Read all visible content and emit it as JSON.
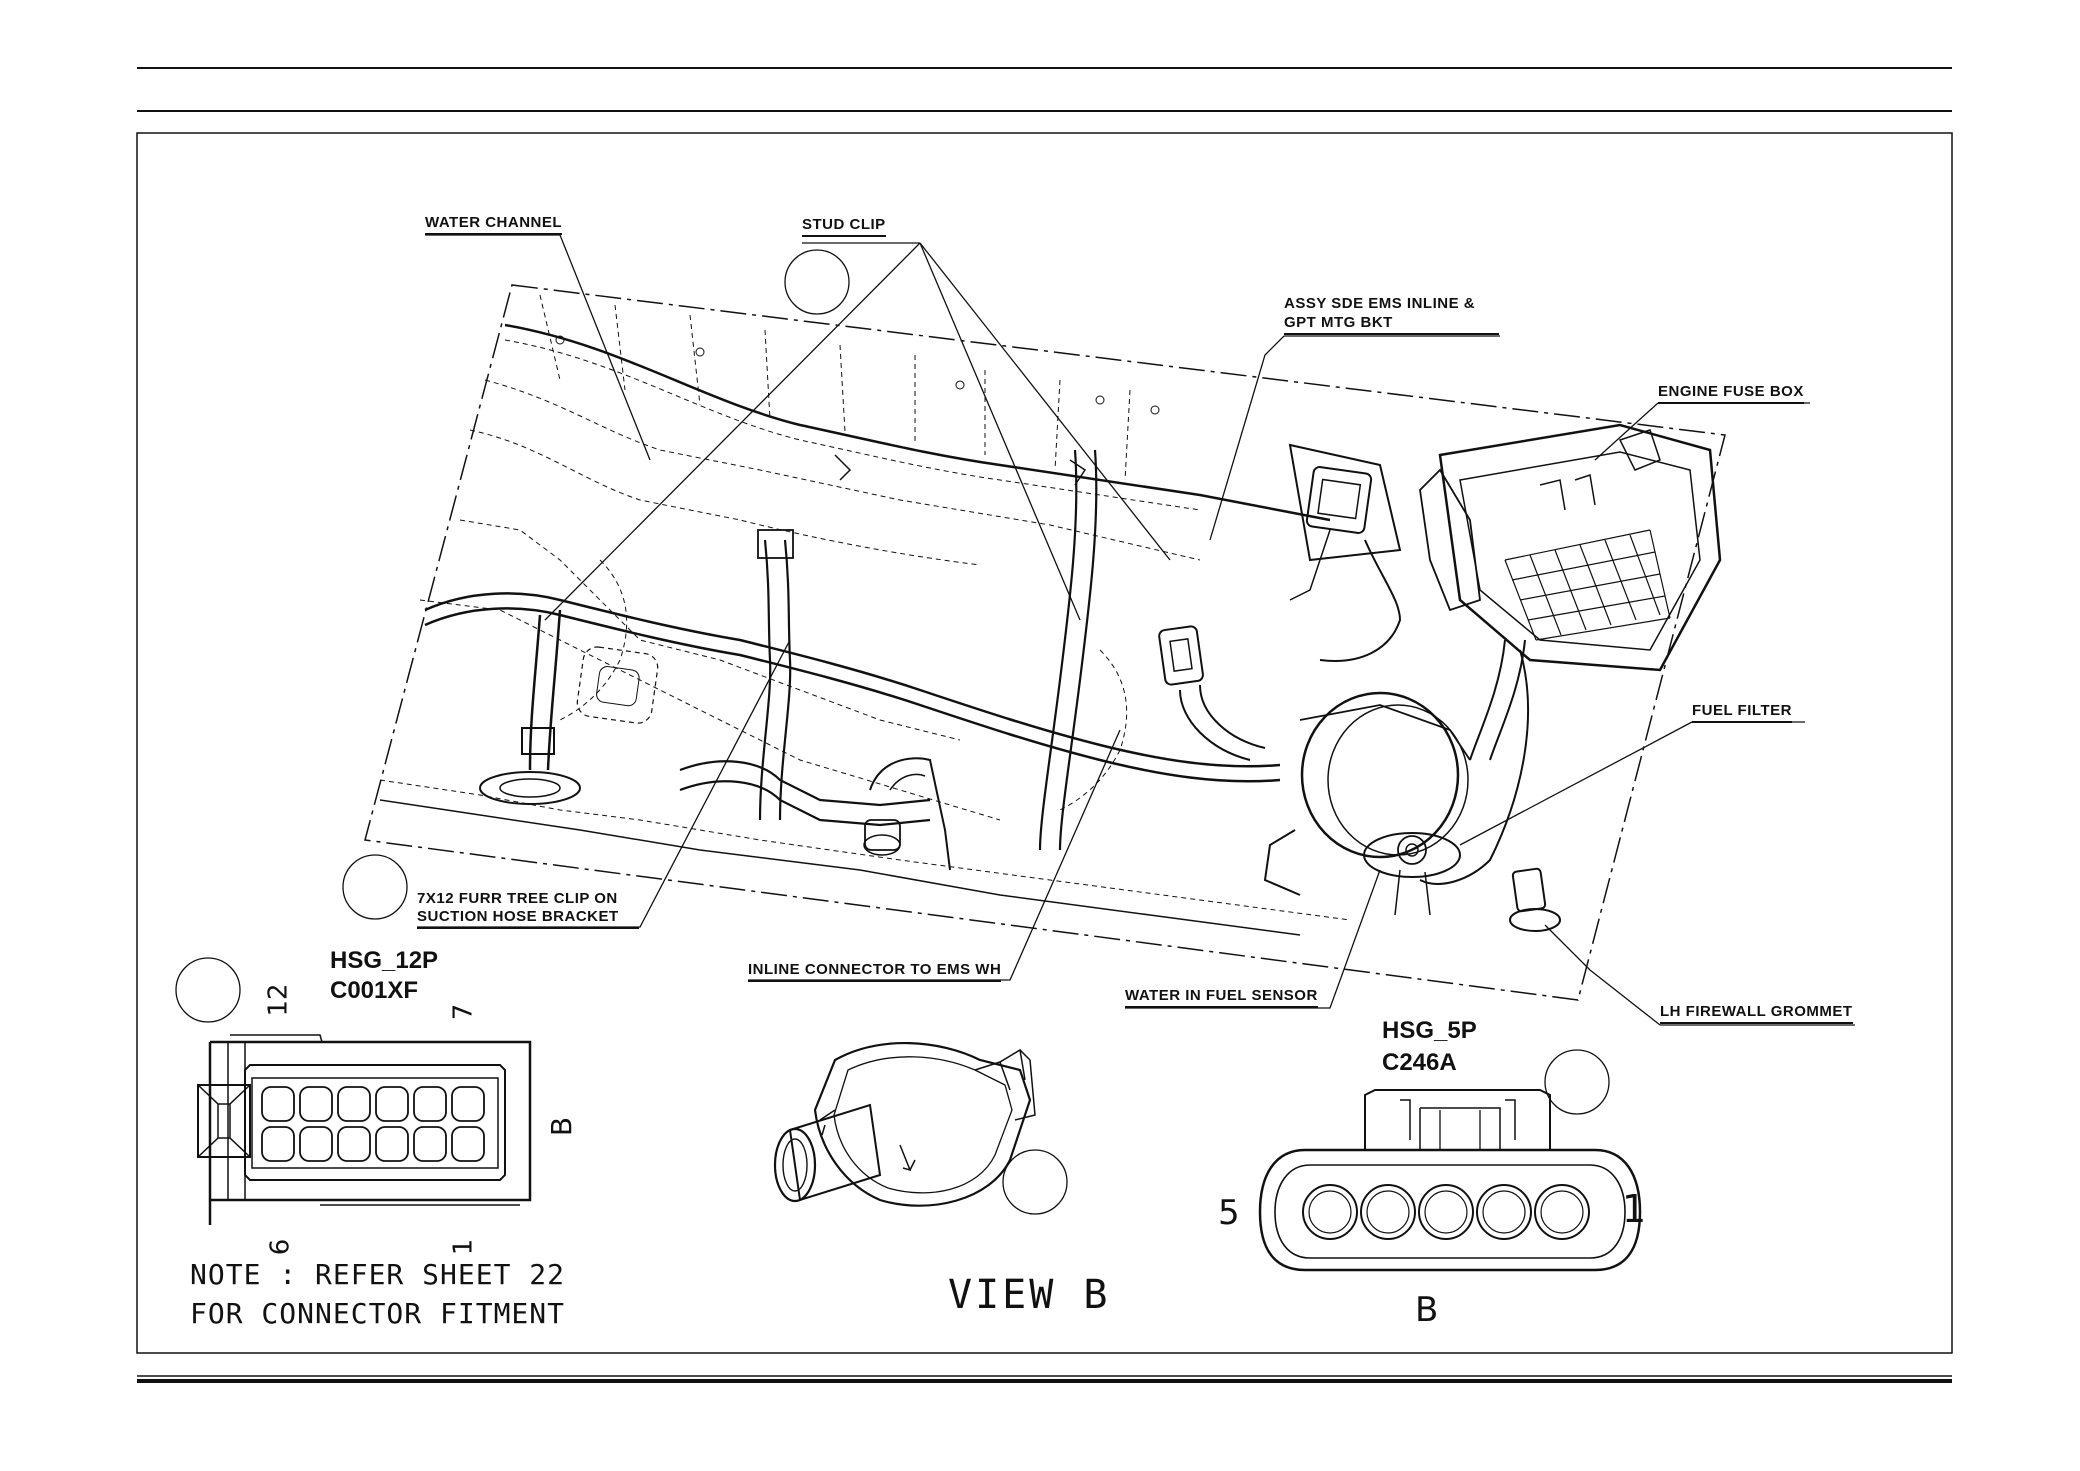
{
  "callouts": {
    "water_channel": "WATER CHANNEL",
    "stud_clip": "STUD CLIP",
    "assy_sde_line1": "ASSY SDE EMS INLINE &",
    "assy_sde_line2": "GPT MTG BKT",
    "engine_fuse_box": "ENGINE FUSE BOX",
    "fuel_filter": "FUEL FILTER",
    "furr_tree_line1": "7X12 FURR TREE CLIP ON",
    "furr_tree_line2": "SUCTION HOSE BRACKET",
    "inline_connector": "INLINE CONNECTOR TO EMS WH",
    "water_in_fuel": "WATER IN FUEL SENSOR",
    "lh_firewall": "LH FIREWALL GROMMET"
  },
  "connector_12p": {
    "housing": "HSG_12P",
    "code": "C001XF",
    "pin_12": "12",
    "pin_7": "7",
    "pin_6": "6",
    "pin_1": "1",
    "side": "B"
  },
  "connector_5p": {
    "housing": "HSG_5P",
    "code": "C246A",
    "pin_5": "5",
    "pin_1": "1",
    "side": "B"
  },
  "note": {
    "line1": "NOTE : REFER SHEET 22",
    "line2": "FOR CONNECTOR FITMENT"
  },
  "view_title": "VIEW B"
}
